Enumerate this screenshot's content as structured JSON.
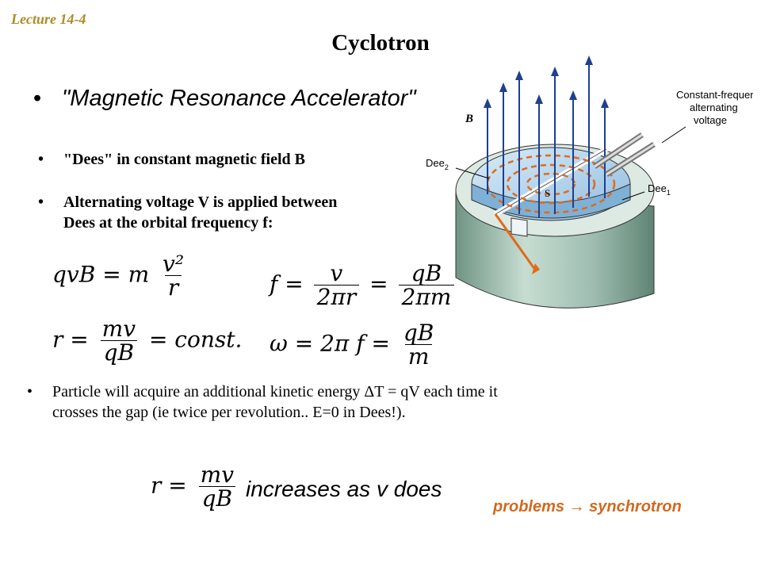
{
  "header": {
    "lecture": "Lecture 14-4",
    "title": "Cyclotron"
  },
  "bullets": {
    "b1": "\"Magnetic Resonance Accelerator\"",
    "b2": "\"Dees\" in constant magnetic field B",
    "b3_line1": "Alternating voltage V is applied between",
    "b3_line2": "Dees at the orbital frequency f:",
    "b4": "Particle will acquire an additional kinetic energy ΔT = qV each time it crosses the gap (ie twice per revolution.. E=0 in Dees!)."
  },
  "bullet_char": "•",
  "equations": {
    "eq1": {
      "lhs": "qvB = m",
      "num": "v²",
      "den": "r"
    },
    "eq2": {
      "lhs": "r =",
      "num": "mv",
      "den": "qB",
      "rhs": "= const."
    },
    "eq3": {
      "lhs": "f =",
      "num1": "v",
      "den1": "2πr",
      "eq": "=",
      "num2": "qB",
      "den2": "2πm"
    },
    "eq4": {
      "lhs": "ω = 2π f =",
      "num": "qB",
      "den": "m"
    },
    "eq5": {
      "lhs": "r =",
      "num": "mv",
      "den": "qB"
    }
  },
  "increases_text": "increases as v does",
  "footer_note": "problems → synchrotron",
  "diagram": {
    "label_B": "B",
    "label_voltage_1": "Constant-frequency",
    "label_voltage_2": "alternating",
    "label_voltage_3": "voltage",
    "label_dee2": "Dee",
    "label_dee2_sub": "2",
    "label_dee1": "Dee",
    "label_dee1_sub": "1",
    "label_source": "S"
  },
  "colors": {
    "lecture": "#b08a28",
    "note": "#d2691e",
    "field_lines": "#1f3f8f",
    "path": "#e06a1c",
    "base": "#8fb1a0",
    "dees": "#a9cde8"
  }
}
